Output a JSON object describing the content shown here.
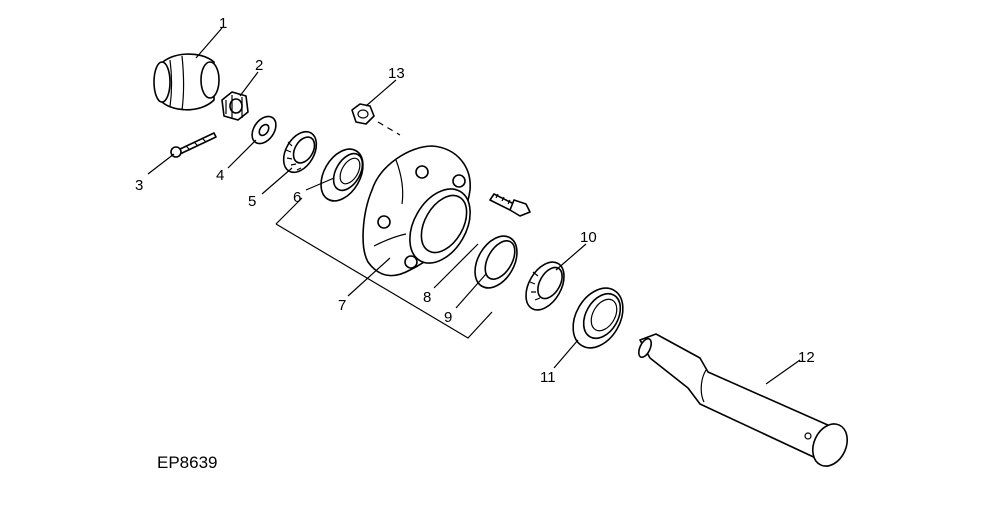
{
  "figure_id": "EP8639",
  "callouts": [
    {
      "key": "1",
      "label": "1"
    },
    {
      "key": "2",
      "label": "2"
    },
    {
      "key": "3",
      "label": "3"
    },
    {
      "key": "4",
      "label": "4"
    },
    {
      "key": "5",
      "label": "5"
    },
    {
      "key": "6",
      "label": "6"
    },
    {
      "key": "7",
      "label": "7"
    },
    {
      "key": "8",
      "label": "8"
    },
    {
      "key": "9",
      "label": "9"
    },
    {
      "key": "10",
      "label": "10"
    },
    {
      "key": "11",
      "label": "11"
    },
    {
      "key": "12",
      "label": "12"
    },
    {
      "key": "13",
      "label": "13"
    }
  ],
  "style": {
    "line_color": "#000000",
    "background": "#ffffff"
  }
}
